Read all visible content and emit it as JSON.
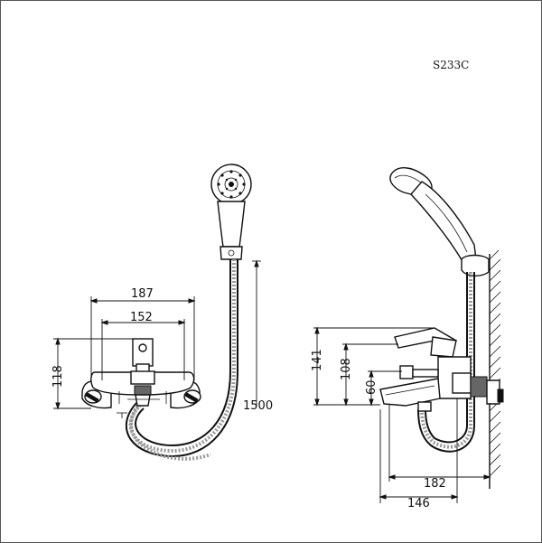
{
  "drawing": {
    "model_code": "S233C",
    "front_view": {
      "dim_width_outer": "187",
      "dim_width_inner": "152",
      "dim_height": "118",
      "dim_hose": "1500"
    },
    "side_view": {
      "dim_height_top": "141",
      "dim_height_mid": "108",
      "dim_height_spout": "60",
      "dim_depth_outer": "182",
      "dim_depth_inner": "146"
    }
  }
}
